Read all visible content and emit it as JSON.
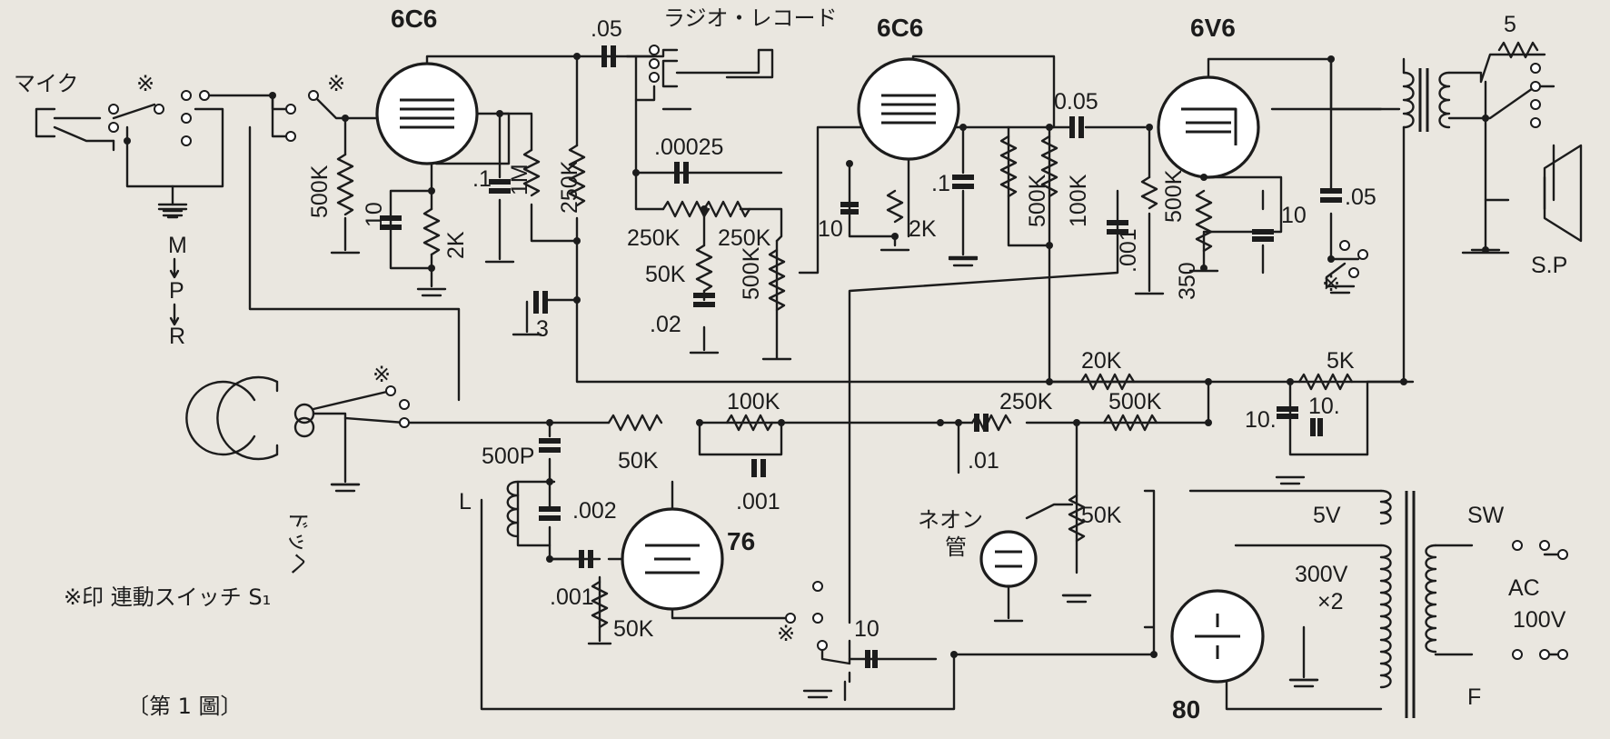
{
  "tubes": {
    "v1": "6C6",
    "v2": "6C6",
    "v3": "6V6",
    "v4": "76",
    "v5": "80"
  },
  "inputs": {
    "mic": "マイク",
    "radio_record": "ラジオ・レコード",
    "pickup": "ドッヘ"
  },
  "mpr": {
    "m": "M",
    "p": "P",
    "r": "R"
  },
  "marks": {
    "switch_mark": "※"
  },
  "components": {
    "c_05_a": ".05",
    "c_00025": ".00025",
    "c_005_b": "0.05",
    "c_05_c": ".05",
    "c_1_a": ".1",
    "c_1_b": ".1",
    "c_001_a": ".001",
    "c_001_b": ".001",
    "c_001_c": ".001",
    "c_01": ".01",
    "c_02": ".02",
    "c_002": ".002",
    "c_500p": "500P",
    "c_10_a": "10",
    "c_10_b": "10",
    "c_10_c": "10",
    "c_10_d": "10",
    "c_10_e": "10.",
    "c_10_f": "10.",
    "c_3": "3",
    "r_500k_a": "500K",
    "r_2k_a": "2K",
    "r_1m": "1M",
    "r_250k_a": "250K",
    "r_250k_b": "250K",
    "r_250k_c": "250K",
    "r_250k_d": "250K",
    "r_50k_a": "50K",
    "r_500k_b": "500K",
    "r_2k_b": "2K",
    "r_500k_c": "500K",
    "r_100k_a": "100K",
    "r_500k_d": "500K",
    "r_350": "350",
    "r_5": "5",
    "r_20k": "20K",
    "r_5k": "5K",
    "r_100k_b": "100K",
    "r_50k_b": "50K",
    "r_500k_e": "500K",
    "r_50k_c": "50K",
    "r_50k_d": "50K",
    "coil_l": "L"
  },
  "speaker": "S.P",
  "neon": [
    "ネオン",
    "管"
  ],
  "power": {
    "v5": "5V",
    "v300": "300V",
    "x2": "×2",
    "sw": "SW",
    "ac": "AC",
    "ac100": "100V",
    "fuse": "F"
  },
  "notes": {
    "switch_note": "※印 連動スイッチ S₁",
    "figure": "〔第 1 圖〕"
  }
}
